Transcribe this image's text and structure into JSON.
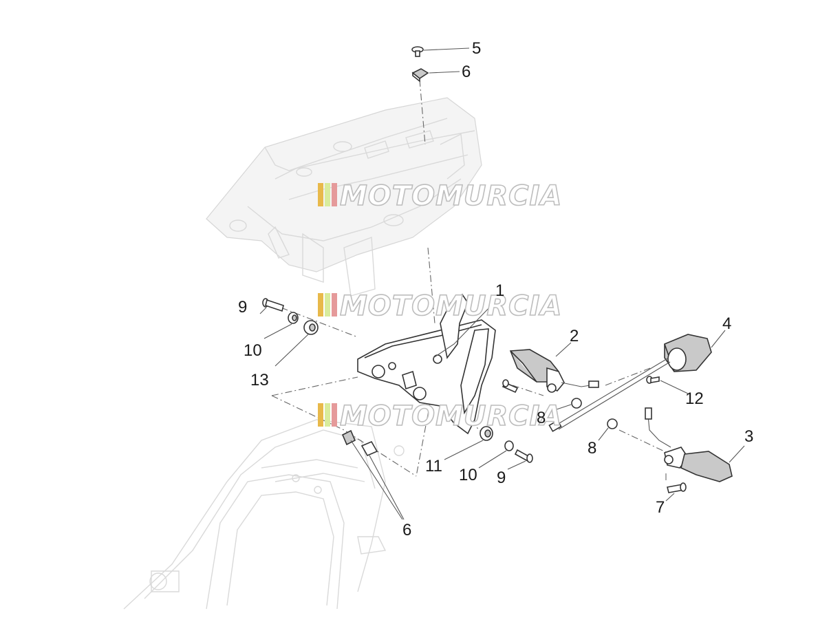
{
  "watermark": {
    "text": "MOTOMURCIA",
    "stripe_colors": [
      "#e8b94a",
      "#d9ec9c",
      "#e59a9a"
    ]
  },
  "labels": [
    {
      "id": "label-1",
      "text": "1"
    },
    {
      "id": "label-2",
      "text": "2"
    },
    {
      "id": "label-3",
      "text": "3"
    },
    {
      "id": "label-4",
      "text": "4"
    },
    {
      "id": "label-5",
      "text": "5"
    },
    {
      "id": "label-6-top",
      "text": "6"
    },
    {
      "id": "label-6-bottom",
      "text": "6"
    },
    {
      "id": "label-7",
      "text": "7"
    },
    {
      "id": "label-8-center",
      "text": "8"
    },
    {
      "id": "label-8-right",
      "text": "8"
    },
    {
      "id": "label-9-left",
      "text": "9"
    },
    {
      "id": "label-9-bottom",
      "text": "9"
    },
    {
      "id": "label-10-left",
      "text": "10"
    },
    {
      "id": "label-10-bottom",
      "text": "10"
    },
    {
      "id": "label-11",
      "text": "11"
    },
    {
      "id": "label-12",
      "text": "12"
    },
    {
      "id": "label-13",
      "text": "13"
    }
  ]
}
